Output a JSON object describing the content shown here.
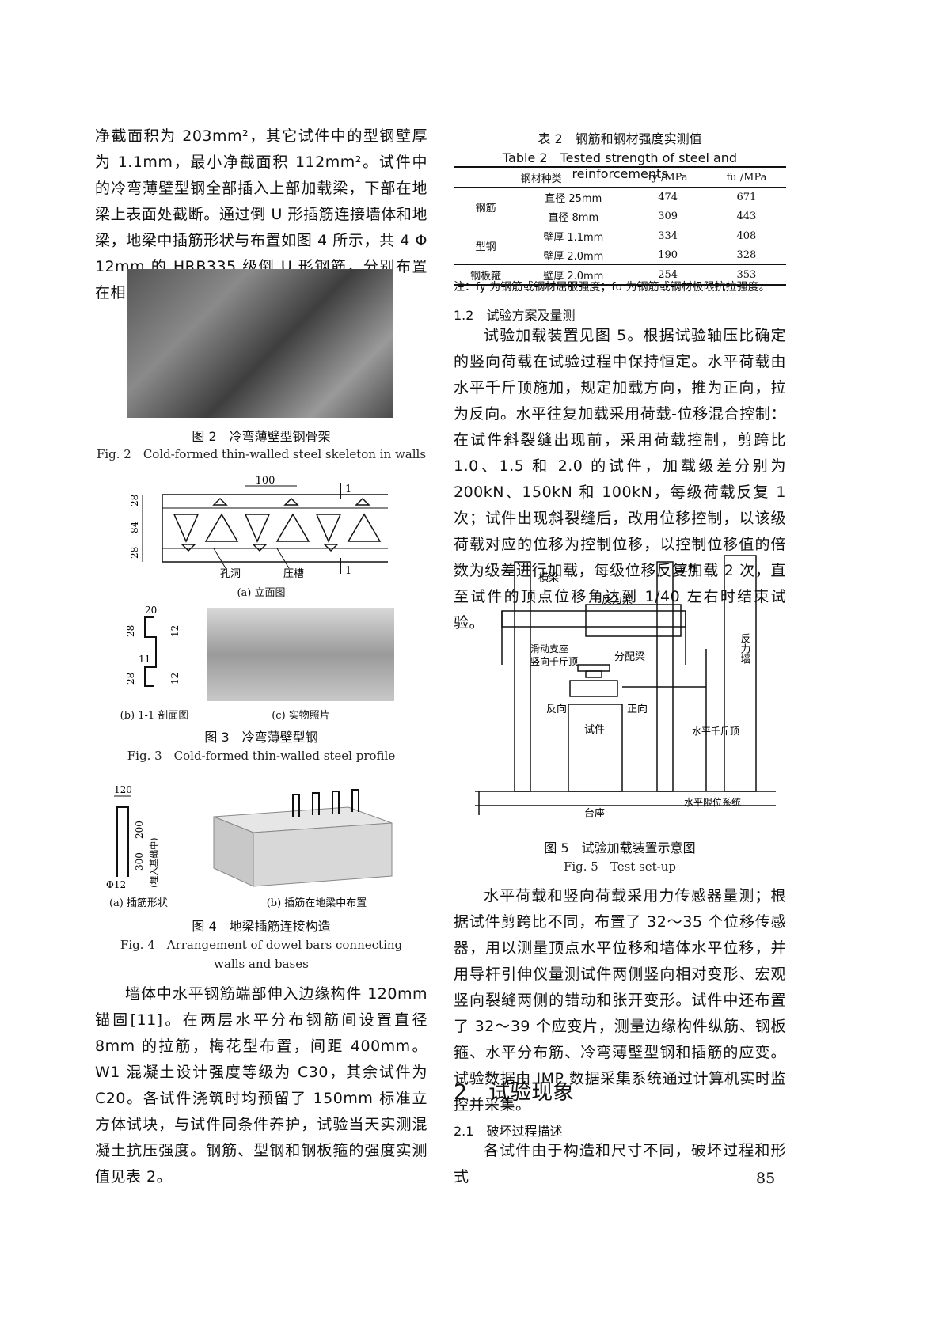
{
  "left": {
    "para1": "净截面积为 203mm²，其它试件中的型钢壁厚为 1.1mm，最小净截面积 112mm²。试件中的冷弯薄壁型钢全部插入上部加载梁，下部在地梁上表面处截断。通过倒 U 形插筋连接墙体和地梁，地梁中插筋形状与布置如图 4 所示，共 4 Φ 12mm 的 HRB335 级倒 U 形钢筋，分别布置在相邻的冷弯薄壁型钢之间。",
    "para2": "墙体中水平钢筋端部伸入边缘构件 120mm 锚固[11]。在两层水平分布钢筋间设置直径 8mm 的拉筋，梅花型布置，间距 400mm。W1 混凝土设计强度等级为 C30，其余试件为 C20。各试件浇筑时均预留了 150mm 标准立方体试块，与试件同条件养护，试验当天实测混凝土抗压强度。钢筋、型钢和钢板箍的强度实测值见表 2。"
  },
  "fig2": {
    "cn": "图 2　冷弯薄壁型钢骨架",
    "en": "Fig. 2　Cold-formed thin-walled steel skeleton in walls"
  },
  "fig3": {
    "a_label": "(a) 立面图",
    "b_label": "(b) 1-1 剖面图",
    "c_label": "(c) 实物照片",
    "cn": "图 3　冷弯薄壁型钢",
    "en": "Fig. 3　Cold-formed thin-walled steel profile",
    "dims": {
      "d100": "100",
      "d28a": "28",
      "d84": "84",
      "d28b": "28",
      "sec": "1",
      "hole": "孔洞",
      "groove": "压槽",
      "d20": "20",
      "d12a": "12",
      "d11": "11",
      "d12b": "12"
    }
  },
  "fig4": {
    "a_label": "(a) 插筋形状",
    "b_label": "(b) 插筋在地梁中布置",
    "cn": "图 4　地梁插筋连接构造",
    "en1": "Fig. 4　Arrangement of dowel bars connecting",
    "en2": "walls and bases",
    "dims": {
      "d120": "120",
      "d200": "200",
      "d300": "300",
      "embed": "(埋入基础中)",
      "bar": "Φ12"
    }
  },
  "table2": {
    "cn": "表 2　钢筋和钢材强度实测值",
    "en": "Table 2　Tested strength of steel and reinforcements",
    "header": [
      "钢材种类",
      "fy /MPa",
      "fu /MPa"
    ],
    "rows": [
      {
        "group": "钢筋",
        "spec": "直径 25mm",
        "fy": "474",
        "fu": "671"
      },
      {
        "group": "",
        "spec": "直径 8mm",
        "fy": "309",
        "fu": "443"
      },
      {
        "group": "型钢",
        "spec": "壁厚 1.1mm",
        "fy": "334",
        "fu": "408"
      },
      {
        "group": "",
        "spec": "壁厚 2.0mm",
        "fy": "190",
        "fu": "328"
      },
      {
        "group": "钢板箍",
        "spec": "壁厚 2.0mm",
        "fy": "254",
        "fu": "353"
      }
    ],
    "note": "注：fy 为钢筋或钢材屈服强度；fu 为钢筋或钢材极限抗拉强度。"
  },
  "right": {
    "sec12": "1.2　试验方案及量测",
    "para3": "试验加载装置见图 5。根据试验轴压比确定的竖向荷载在试验过程中保持恒定。水平荷载由水平千斤顶施加，规定加载方向，推为正向，拉为反向。水平往复加载采用荷载-位移混合控制：在试件斜裂缝出现前，采用荷载控制，剪跨比 1.0、1.5 和 2.0 的试件，加载级差分别为 200kN、150kN 和 100kN，每级荷载反复 1 次；试件出现斜裂缝后，改用位移控制，以该级荷载对应的位移为控制位移，以控制位移值的倍数为级差进行加载，每级位移反复加载 2 次，直至试件的顶点位移角达到 1/40 左右时结束试验。",
    "para4": "水平荷载和竖向荷载采用力传感器量测；根据试件剪跨比不同，布置了 32～35 个位移传感器，用以测量顶点水平位移和墙体水平位移，并用导杆引伸仪量测试件两侧竖向相对变形、宏观竖向裂缝两侧的错动和张开变形。试件中还布置了 32～39 个应变片，测量边缘构件纵筋、钢板箍、水平分布筋、冷弯薄壁型钢和插筋的应变。试验数据由 IMP 数据采集系统通过计算机实时监控并采集。",
    "h2": "2　试验现象",
    "sec21": "2.1　破坏过程描述",
    "para5": "各试件由于构造和尺寸不同，破坏过程和形式"
  },
  "fig5": {
    "cn": "图 5　试验加载装置示意图",
    "en": "Fig. 5　Test set-up",
    "labels": {
      "beam": "横梁",
      "column": "立柱",
      "reaction_beam": "反力梁",
      "reaction_wall": "反力墙",
      "slide": "滑动支座",
      "vjack": "竖向千斤顶",
      "dist": "分配梁",
      "rev": "反向",
      "fwd": "正向",
      "specimen": "试件",
      "hjack": "水平千斤顶",
      "base": "台座",
      "hsys": "水平限位系统"
    }
  },
  "page_number": "85"
}
